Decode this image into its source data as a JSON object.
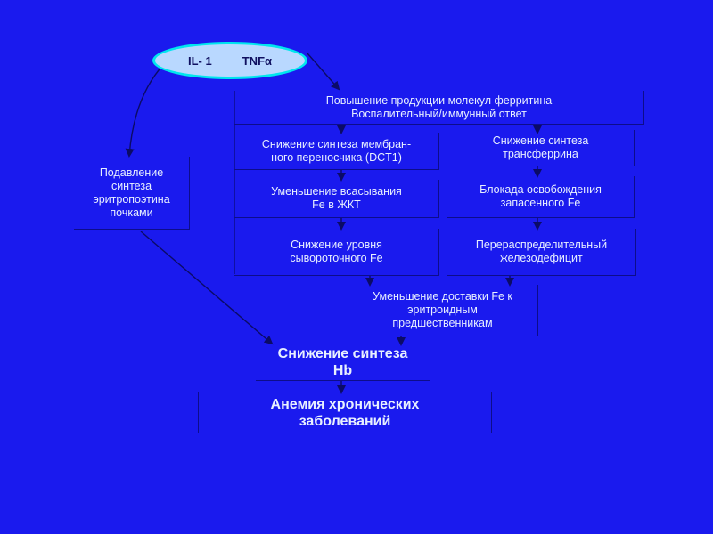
{
  "oval": {
    "left": "IL- 1",
    "right": "TNFα"
  },
  "boxes": {
    "ferritin": "Повышение продукции молекул ферритина\nВоспалительный/иммунный ответ",
    "dct1": "Снижение синтеза мембран-\nного переносчика (DCT1)",
    "transferrin": "Снижение  синтеза\nтрансферрина",
    "absorption": "Уменьшение всасывания\nFe в ЖКТ",
    "release": "Блокада освобождения\nзапасенного Fe",
    "serum": "Снижение уровня\nсывороточного Fe",
    "redistribution": "Перераспределительный\nжелезодефицит",
    "epo": "Подавление\nсинтеза\nэритропоэтина\nпочками",
    "delivery": "Уменьшение доставки Fe к\nэритроидным\nпредшественникам",
    "hb": "Снижение синтеза\nHb",
    "anemia": "Анемия хронических\nзаболеваний"
  },
  "colors": {
    "background": "#1a1aee",
    "text": "#e8f0ff",
    "border": "#0d0d8a",
    "arrow": "#0b0b66",
    "oval_fill": "#b9d8ff",
    "oval_border": "#00e6ee"
  }
}
